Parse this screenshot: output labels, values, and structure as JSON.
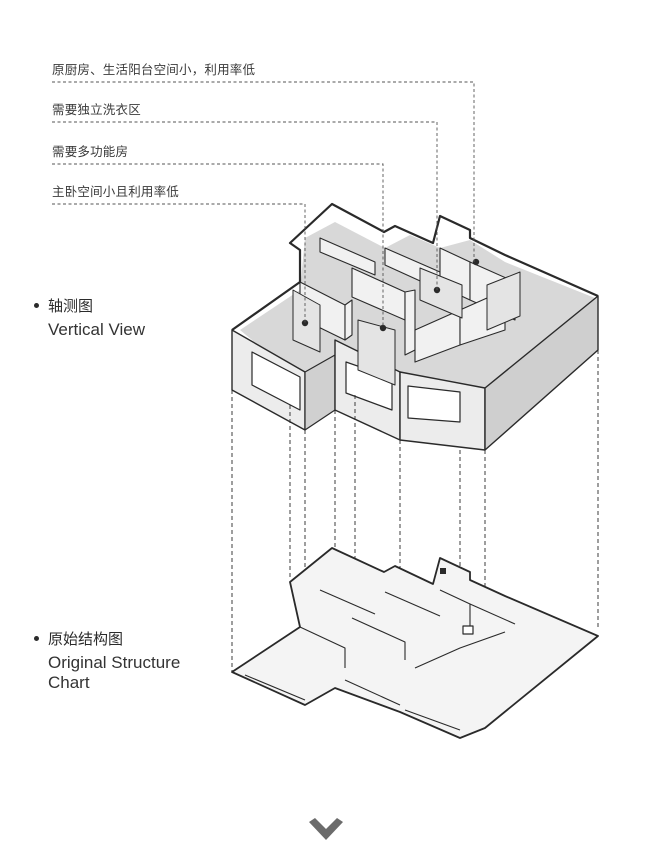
{
  "callouts": [
    {
      "text": "原厨房、生活阳台空间小，利用率低"
    },
    {
      "text": "需要独立洗衣区"
    },
    {
      "text": "需要多功能房"
    },
    {
      "text": "主卧空间小且利用率低"
    }
  ],
  "sections": {
    "axonometric": {
      "zh": "轴测图",
      "en": "Vertical View"
    },
    "original": {
      "zh": "原始结构图",
      "en_line1": "Original Structure",
      "en_line2": "Chart"
    }
  },
  "icons": {
    "scroll": "chevron-down-icon",
    "bullet": "bullet-dot-icon"
  },
  "colors": {
    "wall_top": "#ffffff",
    "wall_front": "#ececec",
    "wall_side": "#d2d2d2",
    "floor": "#dcdcdc",
    "line": "#2a2a2a",
    "chevron": "#6b6b6b"
  }
}
